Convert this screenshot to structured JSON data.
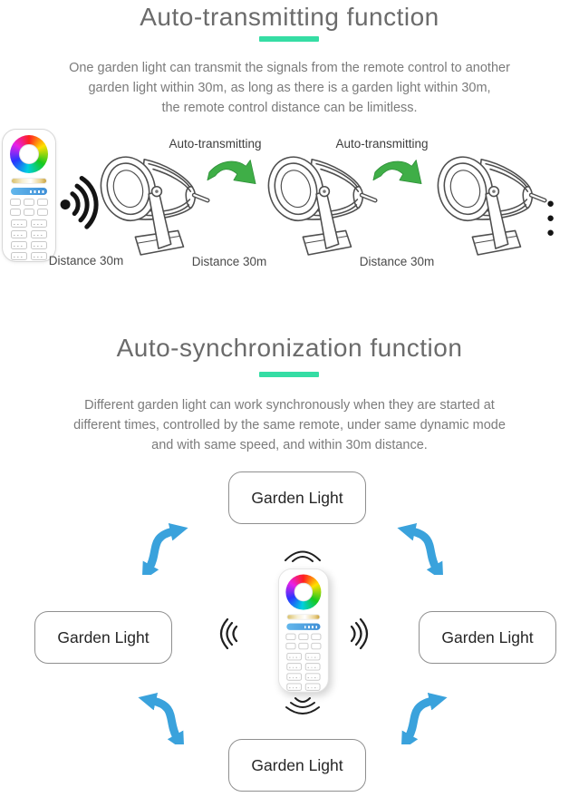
{
  "colors": {
    "accent_green": "#35dda4",
    "transmit_arrow_green": "#3fae47",
    "sync_arrow_blue": "#3aa2dc",
    "title_gray": "#6b6b6b",
    "body_gray": "#7b7b7b"
  },
  "section_transmitting": {
    "title": "Auto-transmitting function",
    "description_lines": [
      "One garden light can transmit the signals from the remote control to another",
      "garden light within 30m, as long as there is a garden light within 30m,",
      "the remote control distance can be limitless."
    ],
    "arrow_labels": [
      "Auto-transmitting",
      "Auto-transmitting"
    ],
    "distance_labels": [
      "Distance 30m",
      "Distance 30m",
      "Distance 30m"
    ],
    "continuation_dots": "● ● ●"
  },
  "section_synchronization": {
    "title": "Auto-synchronization function",
    "description_lines": [
      "Different garden light can work synchronously when they are started at",
      "different times, controlled by the same remote, under same dynamic mode",
      "and with same speed, and within 30m distance."
    ],
    "node_labels": [
      "Garden Light",
      "Garden Light",
      "Garden Light",
      "Garden Light"
    ]
  },
  "icons": {
    "remote": "rgbw-remote-control",
    "rf_signal": "rf-signal-waves",
    "transmit_arrow": "curved-green-arrow",
    "sync_arrow": "double-headed-blue-arrow",
    "garden_light": "garden-spotlight-line-art"
  }
}
